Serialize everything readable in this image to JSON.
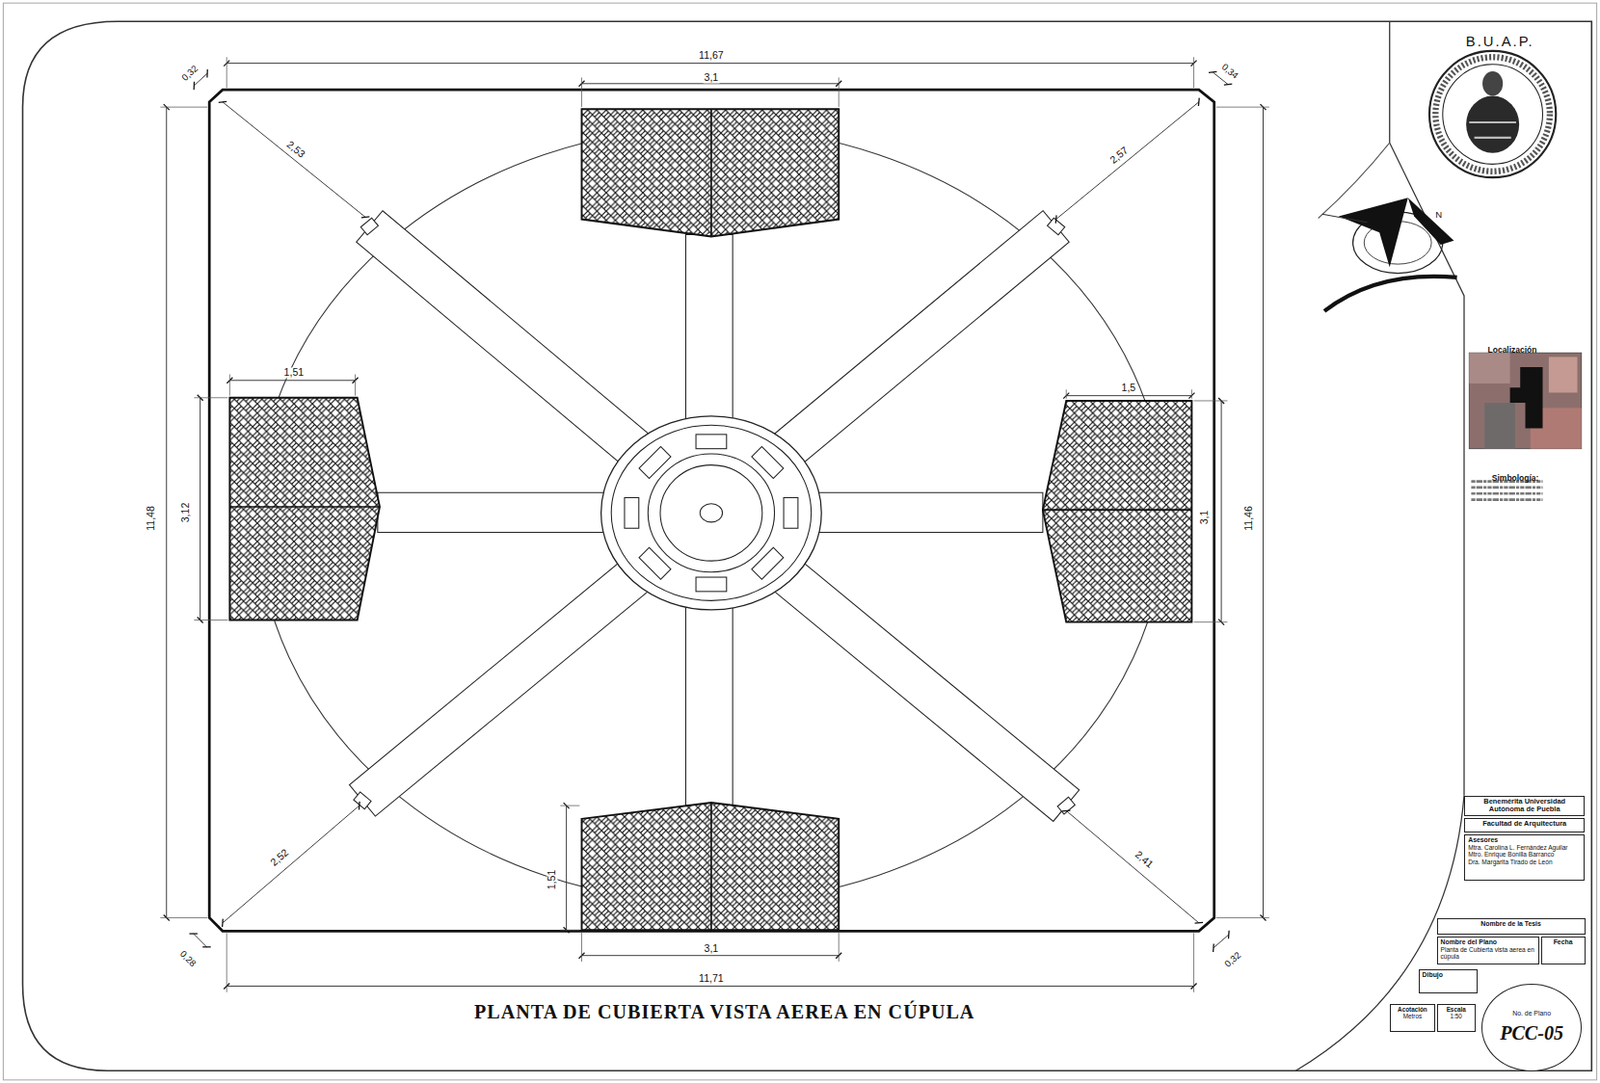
{
  "diagram": {
    "title": "PLANTA DE CUBIERTA VISTA AEREA EN CÚPULA",
    "nodes": [
      {
        "text": [
          "Benemérita Universidad Autónoma de Puebla"
        ]
      },
      {
        "text": [
          "Facultad de Arquitectura"
        ]
      },
      {
        "text": [
          "Asesores",
          "Mtra. Carolina L. Fernández Aguilar",
          "Mtro. Enrique Bonilla Barranco",
          "Dra. Margarita Tirado de León"
        ]
      },
      {
        "text": [
          "Nombre de la Tesis"
        ]
      },
      {
        "text": [
          "Nombre del Plano",
          "Planta de Cubierta vista aerea en cúpula"
        ]
      },
      {
        "text": [
          "Fecha"
        ]
      },
      {
        "text": [
          "Dibujo"
        ]
      },
      {
        "text": [
          "Acotación",
          "Metros"
        ]
      },
      {
        "text": [
          "Escala",
          "1:50"
        ]
      },
      {
        "text": [
          "No. de Plano",
          "PCC-05"
        ]
      }
    ],
    "labels": [
      "11,67",
      "3,1",
      "0,32",
      "0,34",
      "2,53",
      "2,57",
      "1,51",
      "3,12",
      "11,48",
      "1,5",
      "3,1",
      "11,46",
      "2,52",
      "1,51",
      "2,41",
      "0,28",
      "3,1",
      "11,71",
      "0,32",
      "B.U.A.P.",
      "Localización",
      "Simbología:",
      "N"
    ]
  }
}
